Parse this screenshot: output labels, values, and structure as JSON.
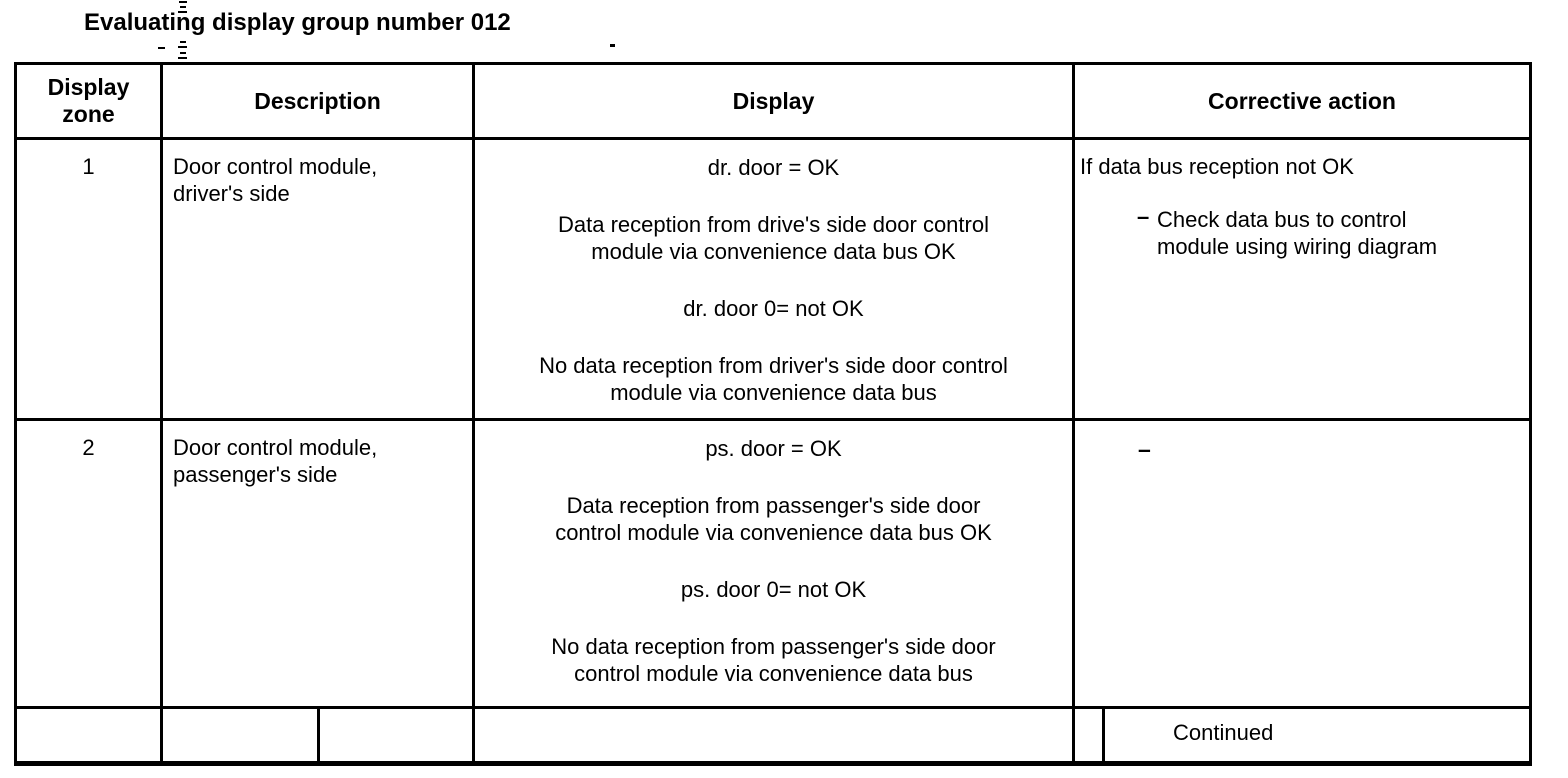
{
  "page": {
    "title": "Evaluating display group number 012"
  },
  "colors": {
    "ink": "#000000",
    "paper": "#ffffff"
  },
  "table": {
    "headers": {
      "zone": "Display zone",
      "description": "Description",
      "display": "Display",
      "corrective": "Corrective action"
    },
    "rows": [
      {
        "zone": "1",
        "description": "Door control module, driver's side",
        "display_lines": [
          "dr. door = OK",
          "Data reception from drive's side door control module via convenience data bus OK",
          "dr. door 0= not OK",
          "No data reception from driver's side door control module via convenience data bus"
        ],
        "corrective_intro": "If data bus reception not OK",
        "corrective_bullet_dash": "–",
        "corrective_bullet": "Check data bus to control module using wiring diagram"
      },
      {
        "zone": "2",
        "description": "Door control module, passenger's side",
        "display_lines": [
          "ps. door = OK",
          "Data reception from passenger's side door control module via convenience data bus OK",
          "ps. door 0= not OK",
          "No data reception from passenger's side door control module via convenience data bus"
        ],
        "corrective_dash": "–"
      }
    ],
    "footer": {
      "continued": "Continued"
    }
  }
}
